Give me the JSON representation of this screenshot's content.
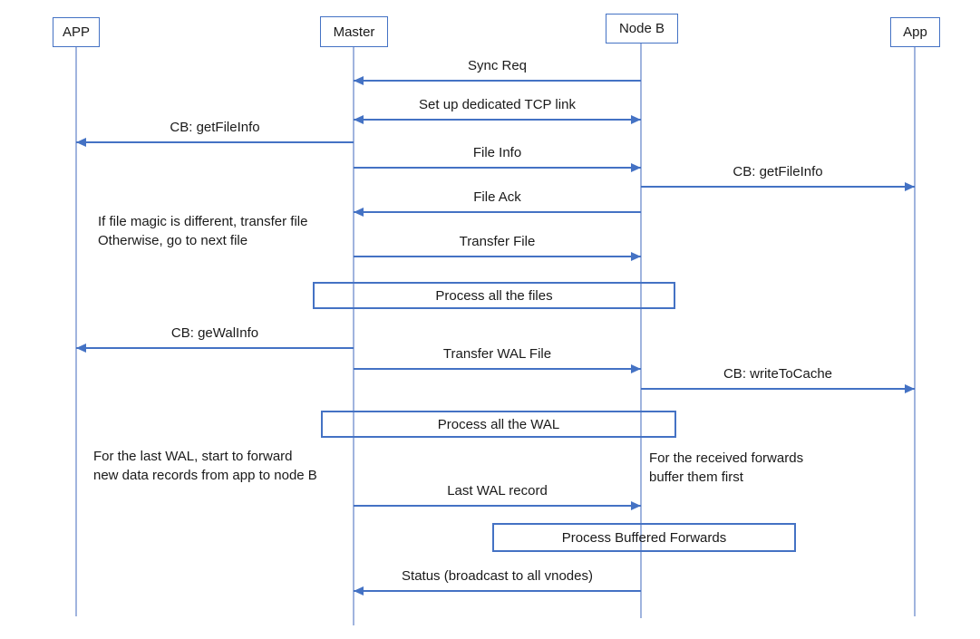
{
  "actors": [
    {
      "name": "APP"
    },
    {
      "name": "Master"
    },
    {
      "name": "Node B"
    },
    {
      "name": "App"
    }
  ],
  "messages": [
    {
      "label": "Sync Req",
      "from": "Node B",
      "to": "Master",
      "direction": "left"
    },
    {
      "label": "Set up dedicated TCP link",
      "from": "Master",
      "to": "Node B",
      "direction": "both"
    },
    {
      "label": "CB: getFileInfo",
      "from": "Master",
      "to": "APP",
      "direction": "left"
    },
    {
      "label": "File Info",
      "from": "Master",
      "to": "Node B",
      "direction": "right"
    },
    {
      "label": "CB: getFileInfo",
      "from": "Node B",
      "to": "App",
      "direction": "right"
    },
    {
      "label": "File Ack",
      "from": "Node B",
      "to": "Master",
      "direction": "left"
    },
    {
      "label": "Transfer File",
      "from": "Master",
      "to": "Node B",
      "direction": "right"
    },
    {
      "label": "CB: geWalInfo",
      "from": "Master",
      "to": "APP",
      "direction": "left"
    },
    {
      "label": "Transfer WAL File",
      "from": "Master",
      "to": "Node B",
      "direction": "right"
    },
    {
      "label": "CB: writeToCache",
      "from": "Node B",
      "to": "App",
      "direction": "right"
    },
    {
      "label": "Last WAL record",
      "from": "Master",
      "to": "Node B",
      "direction": "right"
    },
    {
      "label": "Status (broadcast to all vnodes)",
      "from": "Node B",
      "to": "Master",
      "direction": "left"
    }
  ],
  "process_boxes": [
    {
      "label": "Process all the files"
    },
    {
      "label": "Process all the WAL"
    },
    {
      "label": "Process Buffered Forwards"
    }
  ],
  "notes": [
    {
      "line1": "If file magic is different, transfer file",
      "line2": "Otherwise, go to next file"
    },
    {
      "line1": "For the last WAL, start to forward",
      "line2": "new data records from app to node B"
    },
    {
      "line1": "For the received forwards",
      "line2": "buffer them first"
    }
  ],
  "colors": {
    "accent": "#4472C4",
    "lifeline": "#A0B4DE",
    "text": "#1A1A1A",
    "background": "#FFFFFF"
  }
}
